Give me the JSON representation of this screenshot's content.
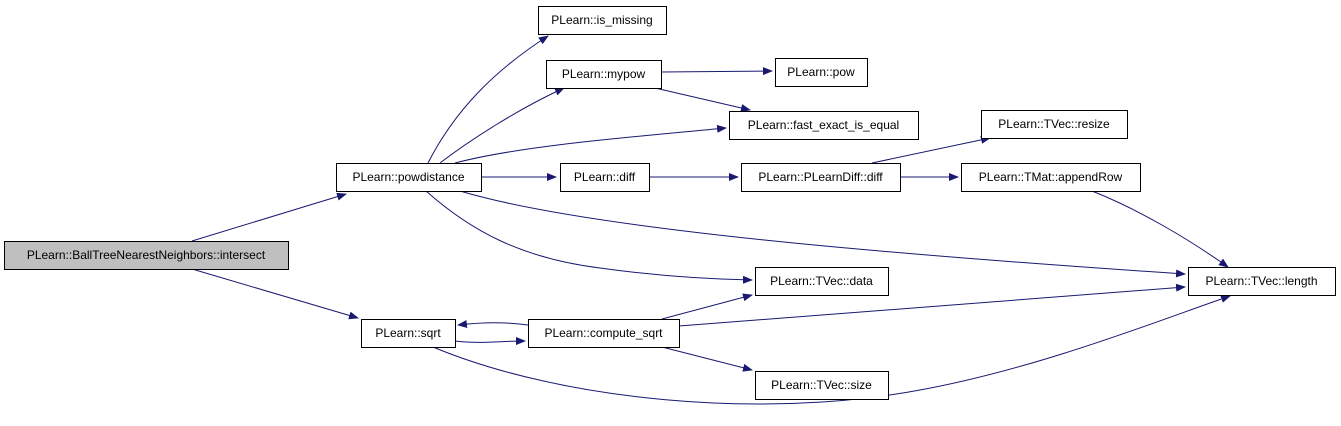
{
  "graph": {
    "edge_color": "#191970",
    "root_fill": "#bfbfbf",
    "node_fill": "#ffffff",
    "nodes": [
      {
        "id": "intersect",
        "label": "PLearn::BallTreeNearestNeighbors::intersect",
        "root": true
      },
      {
        "id": "powdistance",
        "label": "PLearn::powdistance"
      },
      {
        "id": "sqrt",
        "label": "PLearn::sqrt"
      },
      {
        "id": "is_missing",
        "label": "PLearn::is_missing"
      },
      {
        "id": "mypow",
        "label": "PLearn::mypow"
      },
      {
        "id": "pow",
        "label": "PLearn::pow"
      },
      {
        "id": "fast_exact_is_equal",
        "label": "PLearn::fast_exact_is_equal"
      },
      {
        "id": "diff",
        "label": "PLearn::diff"
      },
      {
        "id": "plearndiff_diff",
        "label": "PLearn::PLearnDiff::diff"
      },
      {
        "id": "tvec_resize",
        "label": "PLearn::TVec::resize"
      },
      {
        "id": "tmat_appendrow",
        "label": "PLearn::TMat::appendRow"
      },
      {
        "id": "tvec_length",
        "label": "PLearn::TVec::length"
      },
      {
        "id": "tvec_data",
        "label": "PLearn::TVec::data"
      },
      {
        "id": "compute_sqrt",
        "label": "PLearn::compute_sqrt"
      },
      {
        "id": "tvec_size",
        "label": "PLearn::TVec::size"
      }
    ],
    "edges": [
      {
        "from": "intersect",
        "to": "powdistance"
      },
      {
        "from": "intersect",
        "to": "sqrt"
      },
      {
        "from": "powdistance",
        "to": "is_missing"
      },
      {
        "from": "powdistance",
        "to": "mypow"
      },
      {
        "from": "powdistance",
        "to": "fast_exact_is_equal"
      },
      {
        "from": "powdistance",
        "to": "diff"
      },
      {
        "from": "powdistance",
        "to": "tvec_data"
      },
      {
        "from": "powdistance",
        "to": "tvec_length"
      },
      {
        "from": "mypow",
        "to": "pow"
      },
      {
        "from": "mypow",
        "to": "fast_exact_is_equal"
      },
      {
        "from": "diff",
        "to": "plearndiff_diff"
      },
      {
        "from": "plearndiff_diff",
        "to": "tvec_resize"
      },
      {
        "from": "plearndiff_diff",
        "to": "tmat_appendrow"
      },
      {
        "from": "tmat_appendrow",
        "to": "tvec_length"
      },
      {
        "from": "sqrt",
        "to": "compute_sqrt"
      },
      {
        "from": "sqrt",
        "to": "tvec_length"
      },
      {
        "from": "compute_sqrt",
        "to": "sqrt"
      },
      {
        "from": "compute_sqrt",
        "to": "tvec_data"
      },
      {
        "from": "compute_sqrt",
        "to": "tvec_length"
      },
      {
        "from": "compute_sqrt",
        "to": "tvec_size"
      }
    ]
  }
}
